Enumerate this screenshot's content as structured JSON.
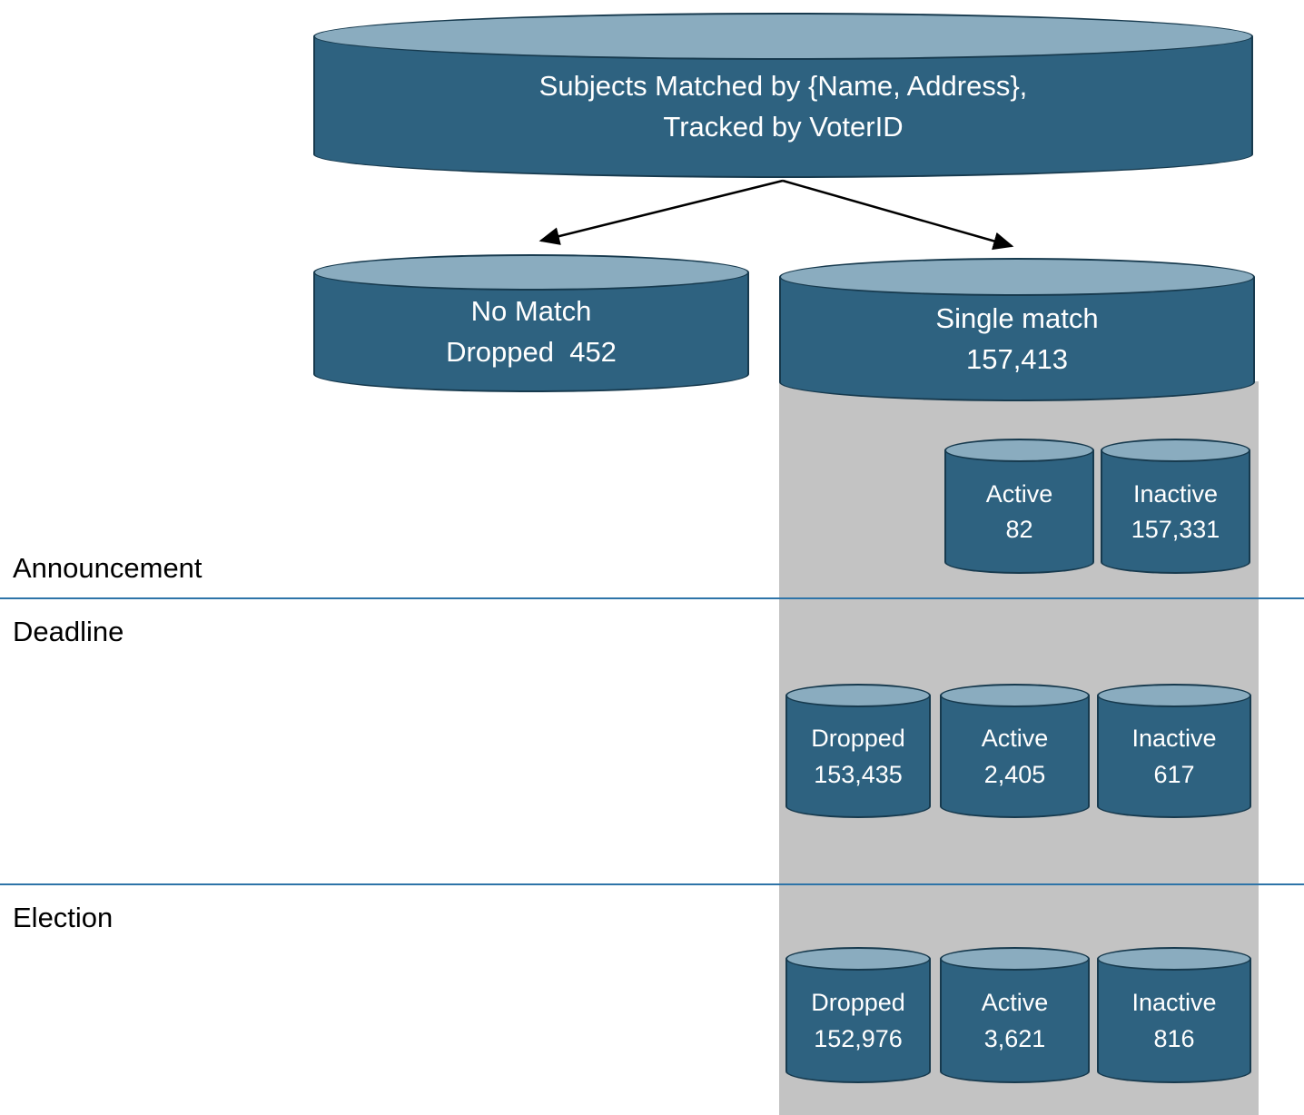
{
  "diagram": {
    "root": {
      "line1": "Subjects Matched by {Name, Address},",
      "line2": "Tracked by VoterID"
    },
    "branches": {
      "no_match": {
        "line1": "No Match",
        "line2": "Dropped  452"
      },
      "single_match": {
        "line1": "Single match",
        "line2": "157,413"
      }
    },
    "sections": {
      "announcement": {
        "label": "Announcement",
        "nodes": [
          {
            "line1": "Active",
            "line2": "82"
          },
          {
            "line1": "Inactive",
            "line2": "157,331"
          }
        ]
      },
      "deadline": {
        "label": "Deadline",
        "nodes": [
          {
            "line1": "Dropped",
            "line2": "153,435"
          },
          {
            "line1": "Active",
            "line2": "2,405"
          },
          {
            "line1": "Inactive",
            "line2": "617"
          }
        ]
      },
      "election": {
        "label": "Election",
        "nodes": [
          {
            "line1": "Dropped",
            "line2": "152,976"
          },
          {
            "line1": "Active",
            "line2": "3,621"
          },
          {
            "line1": "Inactive",
            "line2": "816"
          }
        ]
      }
    },
    "colors": {
      "cylinder_body": "#2E6280",
      "cylinder_top": "#8AACBF",
      "cylinder_outline": "#173A4E",
      "band": "#C3C3C3",
      "divider": "#2E74A8",
      "arrow": "#000000"
    }
  }
}
